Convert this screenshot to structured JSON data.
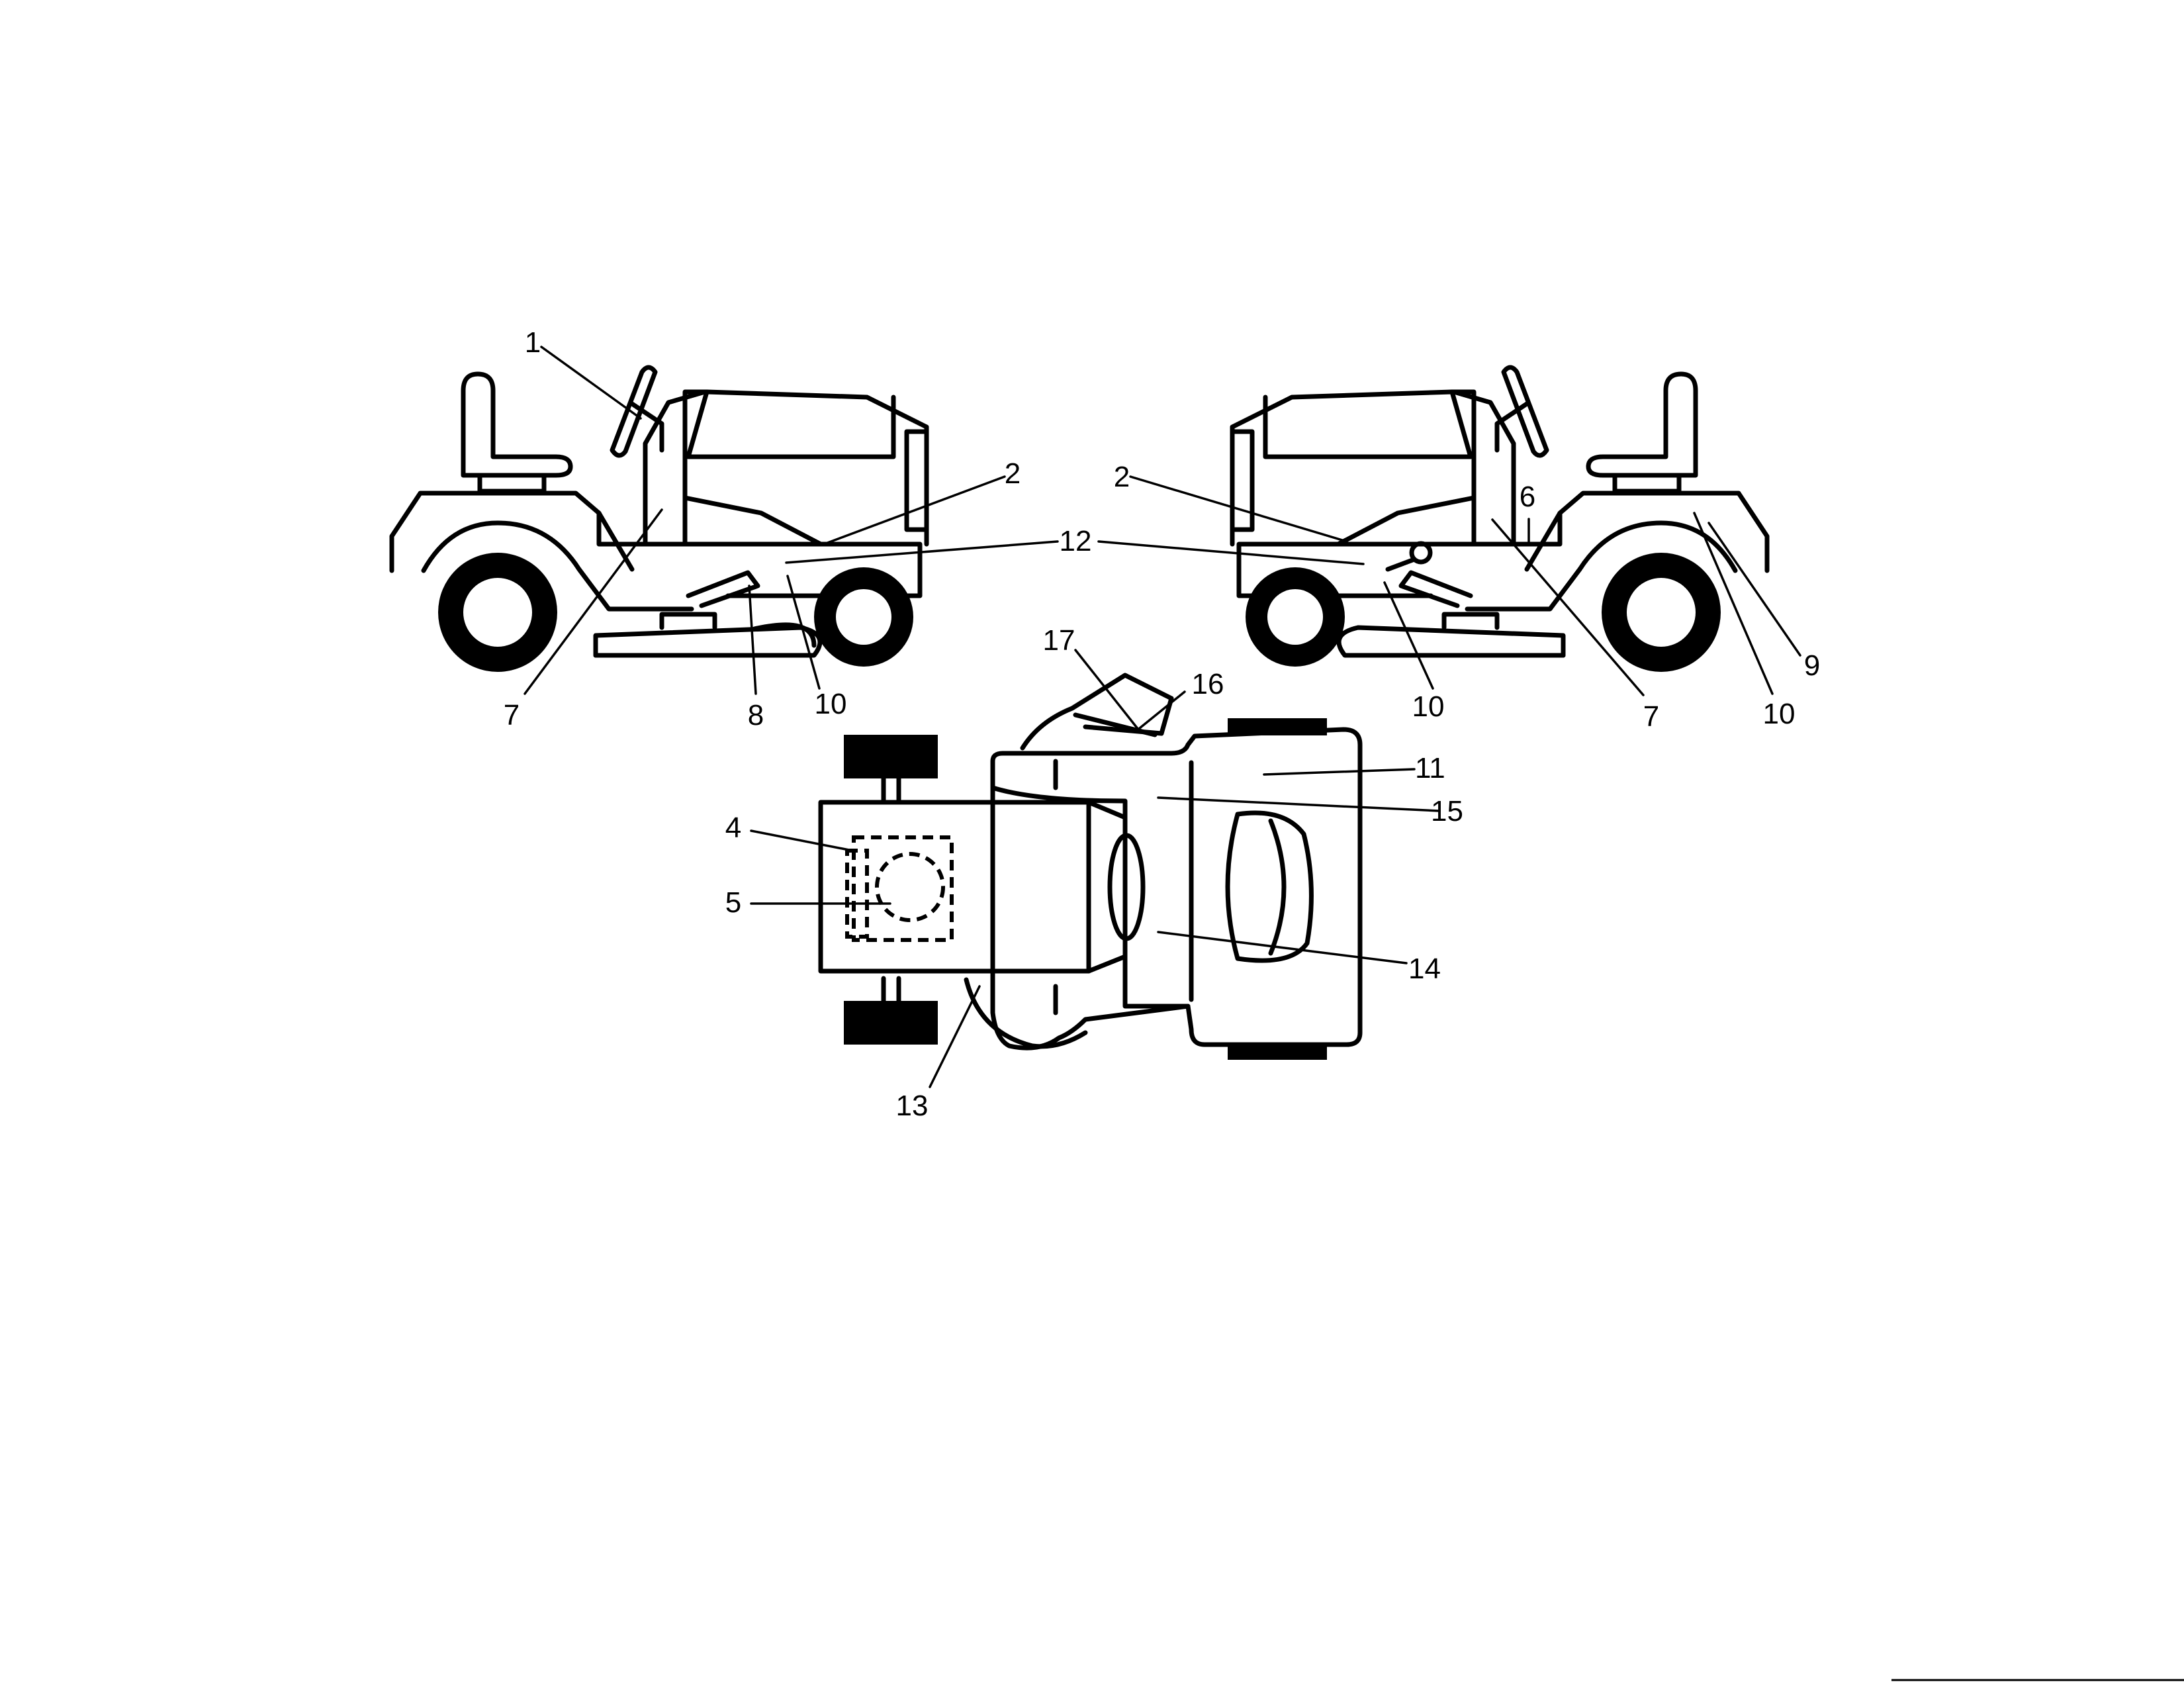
{
  "callouts": {
    "c1": "1",
    "c2_left": "2",
    "c2_right": "2",
    "c4": "4",
    "c5": "5",
    "c6": "6",
    "c7_left": "7",
    "c7_right": "7",
    "c8": "8",
    "c9": "9",
    "c10_left": "10",
    "c10_mid": "10",
    "c10_right": "10",
    "c11": "11",
    "c12": "12",
    "c13": "13",
    "c14": "14",
    "c15": "15",
    "c16": "16",
    "c17": "17"
  }
}
